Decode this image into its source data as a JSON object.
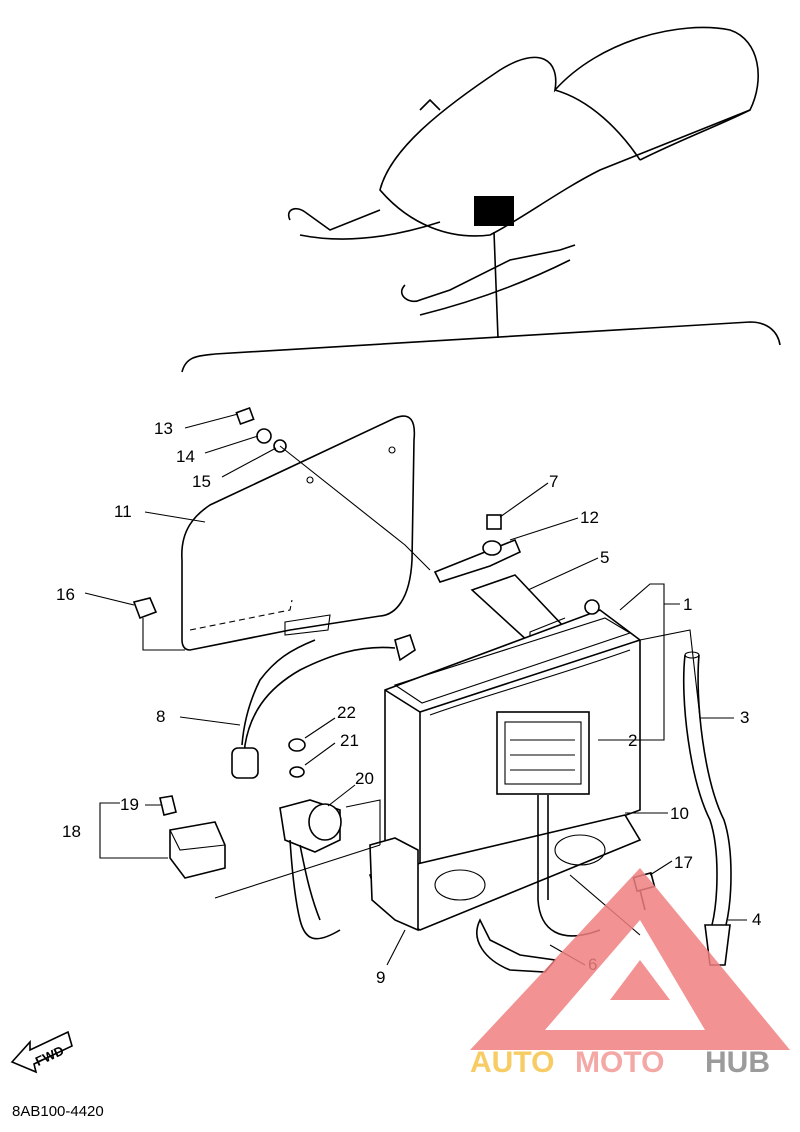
{
  "callouts": {
    "c1": "1",
    "c2": "2",
    "c3": "3",
    "c4": "4",
    "c5": "5",
    "c6": "6",
    "c7": "7",
    "c8": "8",
    "c9": "9",
    "c10": "10",
    "c11": "11",
    "c12": "12",
    "c13": "13",
    "c14": "14",
    "c15": "15",
    "c16": "16",
    "c17": "17",
    "c18": "18",
    "c19": "19",
    "c20": "20",
    "c21": "21",
    "c22": "22"
  },
  "diagram_code": "8AB100-4420",
  "fwd_label": "FWD",
  "watermark": {
    "part1": "AUTO",
    "part2": "MOTO",
    "part3": "HUB"
  },
  "colors": {
    "ink": "#000000",
    "watermark_red": "#f08080",
    "watermark_yellow": "#f6c44a",
    "watermark_grey": "#8a8a8a"
  }
}
